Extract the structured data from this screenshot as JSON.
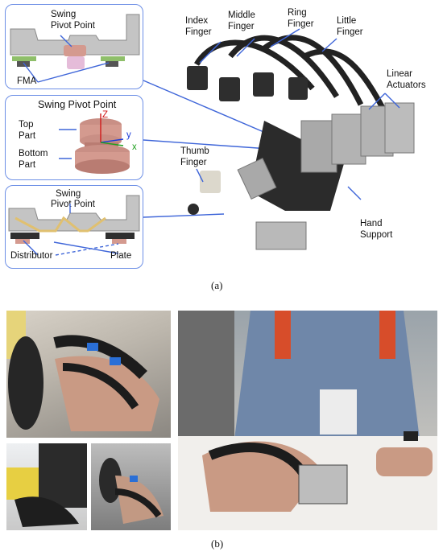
{
  "top_panel": {
    "labels": [
      "Swing",
      "Pivot Point",
      "FMA"
    ]
  },
  "mid_panel": {
    "title": "Swing Pivot Point",
    "top_part": [
      "Top",
      "Part"
    ],
    "bottom_part": [
      "Bottom",
      "Part"
    ],
    "axes": {
      "z": "Z",
      "y": "y",
      "x": "x"
    }
  },
  "bottom_panel": {
    "title": [
      "Swing",
      "Pivot Point"
    ],
    "distributor": "Distributor",
    "plate": "Plate"
  },
  "device_labels": {
    "index": [
      "Index",
      "Finger"
    ],
    "middle": [
      "Middle",
      "Finger"
    ],
    "ring": [
      "Ring",
      "Finger"
    ],
    "little": [
      "Little",
      "Finger"
    ],
    "linear": [
      "Linear",
      "Actuators"
    ],
    "thumb": [
      "Thumb",
      "Finger"
    ],
    "hand_support": [
      "Hand",
      "Support"
    ]
  },
  "captions": {
    "a": "(a)",
    "b": "(b)"
  },
  "colors": {
    "frame": "#6d8fe6",
    "arrow": "#3f66d9",
    "pink": "#d49a8f",
    "gray": "#b9b9b9"
  }
}
